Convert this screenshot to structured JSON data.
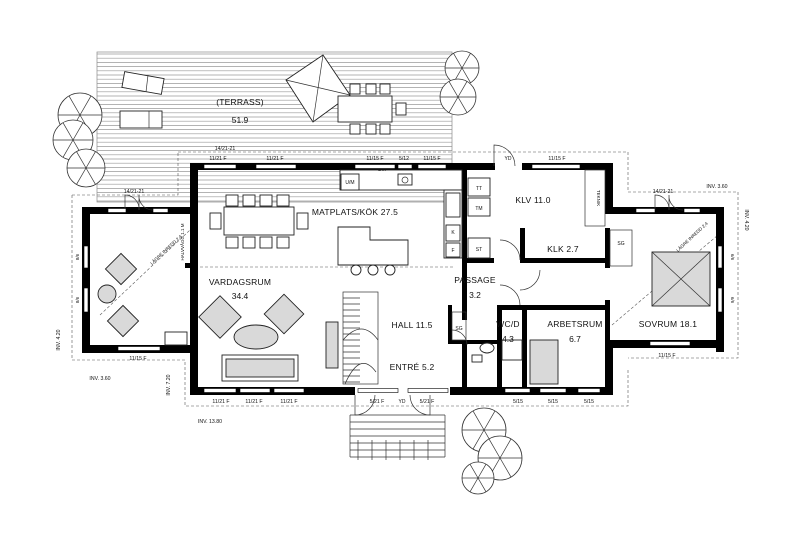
{
  "rooms": {
    "terrace": "(TERRASS)",
    "terrace_area": "51.9",
    "kitchen": "MATPLATS/KÖK 27.5",
    "living": "VARDAGSRUM",
    "living_area": "34.4",
    "klv": "KLV 11.0",
    "teknik": "TEKNIK",
    "klk": "KLK 2.7",
    "passage": "PASSAGE",
    "passage_area": "3.2",
    "hall": "HALL 11.5",
    "entre": "ENTRÉ 5.2",
    "wcd": "WC/D",
    "wcd_area": "4.3",
    "arbetsrum": "ARBETSRUM",
    "arbetsrum_area": "6.7",
    "sovrum": "SOVRUM 18.1"
  },
  "fixtures": {
    "um": "U/M",
    "dm": "DM",
    "tt": "TT",
    "tm": "TM",
    "k": "K",
    "f": "F",
    "st": "ST",
    "sg": "SG",
    "yd": "YD",
    "loft_left": "LÄGRE  INREDD  2,4",
    "loft_right": "LÄGRE  INREDD  2,4",
    "half_height": "HALVVÅGG 1.1 M"
  },
  "dimensions": {
    "inv_360_right": "INV. 3.60",
    "inv_420_right": "INV. 4.20",
    "inv_420_left": "INV. 4.20",
    "inv_360_left": "INV. 3.60",
    "inv_720": "INV. 7.20",
    "inv_1380": "INV. 13.80"
  },
  "windows": {
    "w14_21_21": "14/21-21",
    "w11_21_f": "11/21 F",
    "w11_15_f": "11/15 F",
    "w5_12": "5/12",
    "w5_21_f": "5/21 F",
    "w5_15": "5/15",
    "w8_6": "8/6",
    "w6_6": "6/6"
  }
}
